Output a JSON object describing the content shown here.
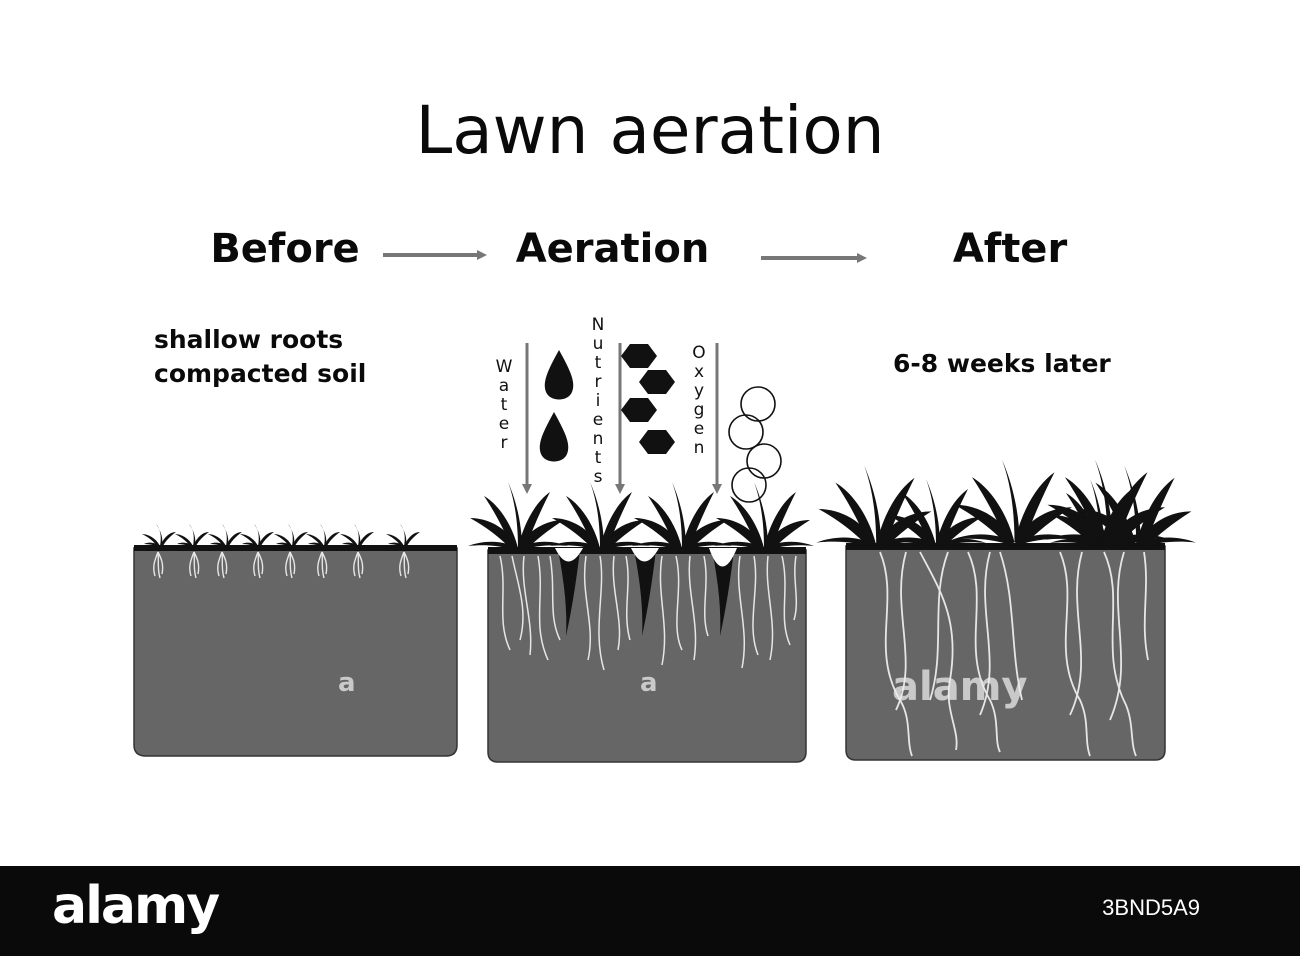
{
  "title": "Lawn aeration",
  "stages": {
    "before": "Before",
    "aeration": "Aeration",
    "after": "After"
  },
  "notes": {
    "before_line1": "shallow roots",
    "before_line2": "compacted soil",
    "after": "6-8 weeks later"
  },
  "inputs": {
    "water": "Water",
    "nutrients": "Nutrients",
    "oxygen": "Oxygen"
  },
  "watermarks": {
    "small_a": "a",
    "small_b": "a",
    "center": "alamy"
  },
  "footer": {
    "brand": "alamy",
    "image_id": "3BND5A9"
  },
  "colors": {
    "soil": "#666666",
    "grass": "#111111",
    "arrow": "#777777",
    "roots": "#e6e6e6",
    "footer": "#0a0a0a"
  }
}
